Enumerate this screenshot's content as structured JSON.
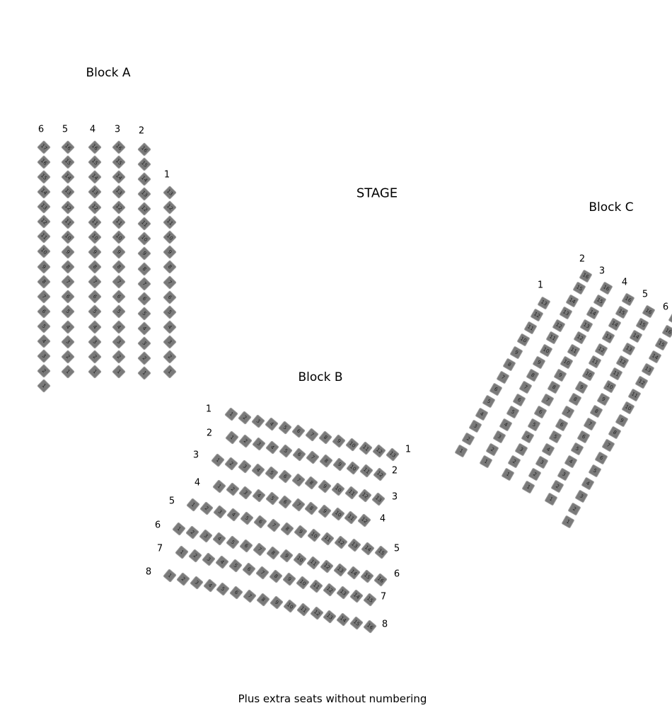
{
  "titles": {
    "block_a": "Block A",
    "block_b": "Block B",
    "block_c": "Block C",
    "stage": "STAGE"
  },
  "footer": "Plus extra seats without numbering",
  "seat_color": "#7a7a7a",
  "block_a": {
    "rows": [
      {
        "label": "6",
        "seats": 17
      },
      {
        "label": "5",
        "seats": 16
      },
      {
        "label": "4",
        "seats": 16
      },
      {
        "label": "3",
        "seats": 16
      },
      {
        "label": "2",
        "seats": 16
      },
      {
        "label": "1",
        "seats": 13
      }
    ]
  },
  "block_b": {
    "rows": [
      {
        "label": "1",
        "seats": 13
      },
      {
        "label": "2",
        "seats": 12
      },
      {
        "label": "3",
        "seats": 13
      },
      {
        "label": "4",
        "seats": 12
      },
      {
        "label": "5",
        "seats": 15
      },
      {
        "label": "6",
        "seats": 16
      },
      {
        "label": "7",
        "seats": 15
      },
      {
        "label": "8",
        "seats": 16
      }
    ]
  },
  "block_c": {
    "rows": [
      {
        "label": "1",
        "seats": 13
      },
      {
        "label": "2",
        "seats": 16
      },
      {
        "label": "3",
        "seats": 16
      },
      {
        "label": "4",
        "seats": 16
      },
      {
        "label": "5",
        "seats": 16
      },
      {
        "label": "6",
        "seats": 17
      }
    ]
  }
}
